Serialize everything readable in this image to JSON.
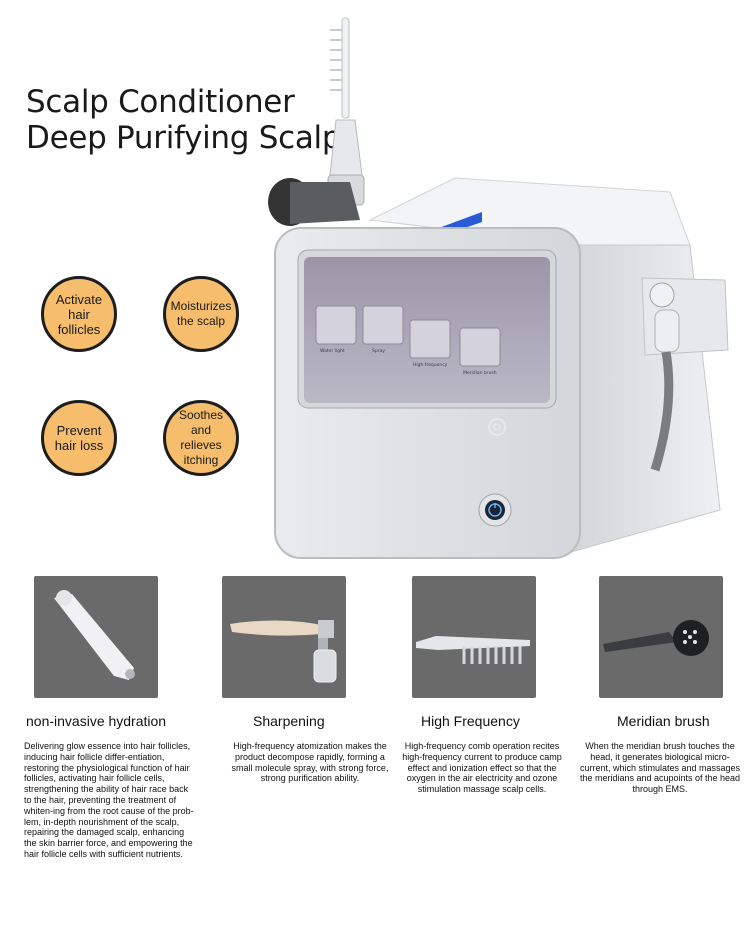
{
  "title_line1": "Scalp Conditioner",
  "title_line2": "Deep Purifying Scalp",
  "badges": [
    {
      "lines": [
        "Activate",
        "hair",
        "follicles"
      ]
    },
    {
      "lines": [
        "Moisturizes",
        "the scalp"
      ]
    },
    {
      "lines": [
        "Prevent",
        "hair loss"
      ]
    },
    {
      "lines": [
        "Soothes and",
        "relieves",
        "itching"
      ]
    }
  ],
  "screen_labels": [
    "Water light",
    "Spray",
    "High frequency",
    "Meridian brush"
  ],
  "features": [
    {
      "title": "non-invasive hydration",
      "desc": "Delivering glow essence into hair follicles, inducing hair follicle differ-entiation, restoring the physiological function of hair follicles, activating hair follicle cells, strengthening the ability of hair race back to the hair, preventing the treatment of whiten-ing from the root cause of the prob-lem, in-depth nourishment of the scalp, repairing the damaged scalp, enhancing the skin barrier force, and empowering the hair follicle cells with sufficient nutrients."
    },
    {
      "title": "Sharpening",
      "desc": "High-frequency atomization makes the product decompose rapidly, forming a small molecule spray, with strong force, strong purification ability."
    },
    {
      "title": "High Frequency",
      "desc": "High-frequency comb operation recites high-frequency current to produce camp effect and ionization effect so that the oxygen in the air electricity and ozone stimulation massage scalp cells."
    },
    {
      "title": "Meridian brush",
      "desc": "When the meridian brush touches the head, it generates biological micro-current, which stimulates and massages the meridians and acupoints of the head through EMS."
    }
  ],
  "colors": {
    "badge_fill": "#f5bd6c",
    "thumb_bg": "#6a6a6a",
    "accent_blue": "#2a5bd7"
  }
}
